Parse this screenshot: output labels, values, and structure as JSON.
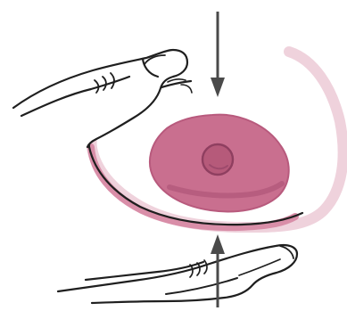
{
  "diagram": {
    "subject": "breast-compression-illustration",
    "arrows": [
      {
        "name": "top-pressure-arrow",
        "direction": "down"
      },
      {
        "name": "bottom-pressure-arrow",
        "direction": "up"
      }
    ],
    "colors": {
      "background": "#ffffff",
      "outline": "#1f1f1f",
      "breast_outline_pale": "#efd2dc",
      "breast_shadow": "#d98ea8",
      "areola_fill": "#c96f8f",
      "areola_stroke": "#b85a7d",
      "nipple_fill": "#b65a7a",
      "arrow": "#4a4a4a"
    }
  }
}
